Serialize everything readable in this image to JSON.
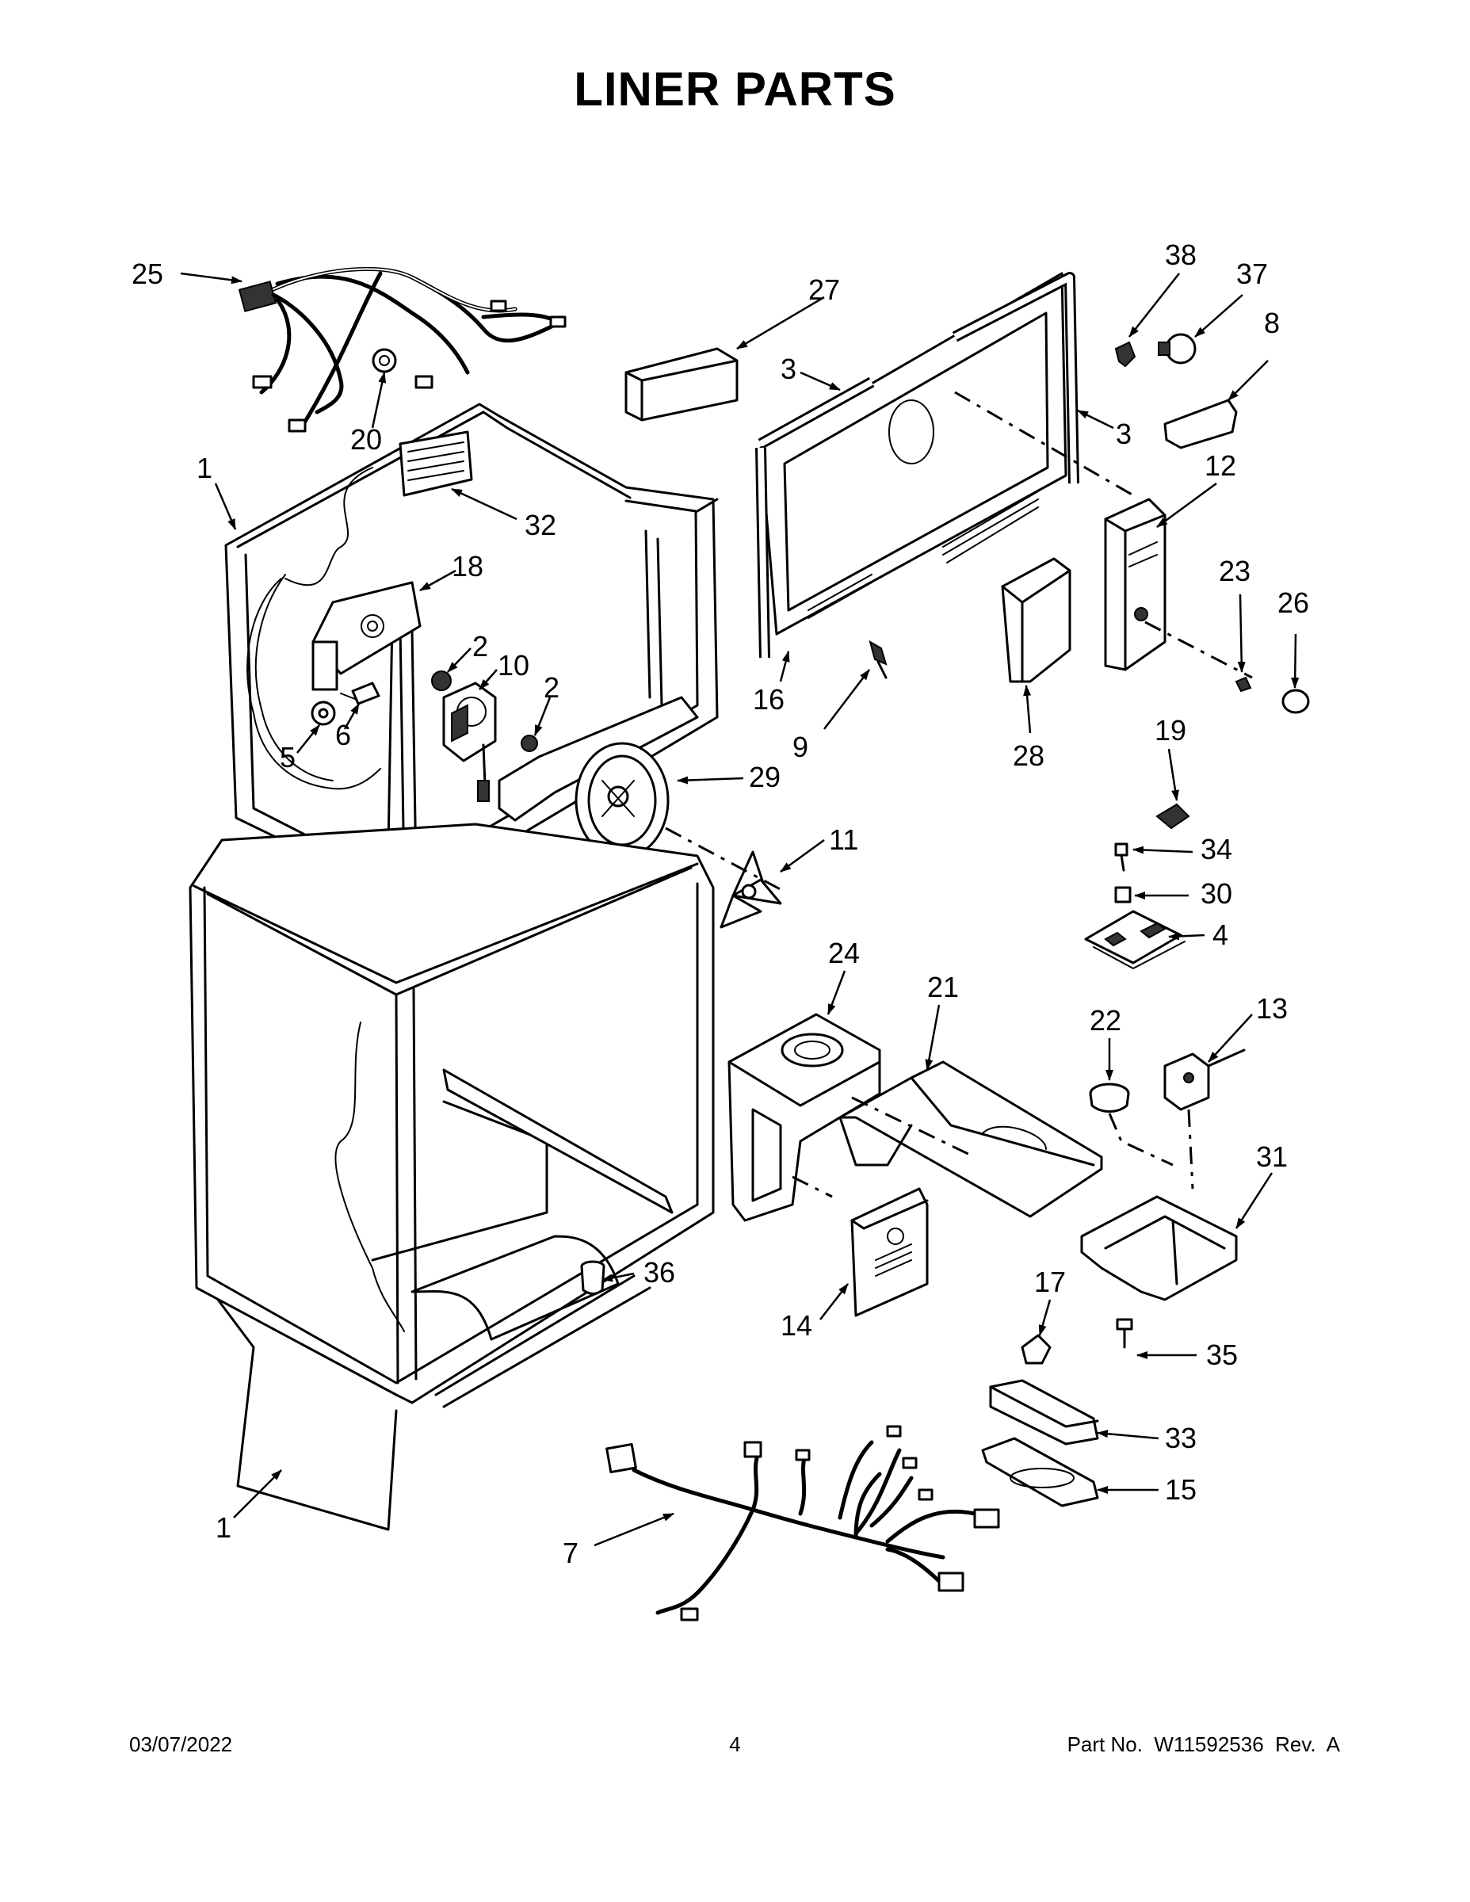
{
  "title": "LINER PARTS",
  "footer": {
    "date": "03/07/2022",
    "page": "4",
    "part_no": "Part No.  W11592536  Rev.  A"
  },
  "callouts": {
    "c1a": "1",
    "c1b": "1",
    "c2a": "2",
    "c2b": "2",
    "c3a": "3",
    "c3b": "3",
    "c4": "4",
    "c5": "5",
    "c6": "6",
    "c7": "7",
    "c8": "8",
    "c9": "9",
    "c10": "10",
    "c11": "11",
    "c12": "12",
    "c13": "13",
    "c14": "14",
    "c15": "15",
    "c16": "16",
    "c17": "17",
    "c18": "18",
    "c19": "19",
    "c20": "20",
    "c21": "21",
    "c22": "22",
    "c23": "23",
    "c24": "24",
    "c25": "25",
    "c26": "26",
    "c27": "27",
    "c28": "28",
    "c29": "29",
    "c30": "30",
    "c31": "31",
    "c32": "32",
    "c33": "33",
    "c34": "34",
    "c35": "35",
    "c36": "36",
    "c37": "37",
    "c38": "38"
  }
}
